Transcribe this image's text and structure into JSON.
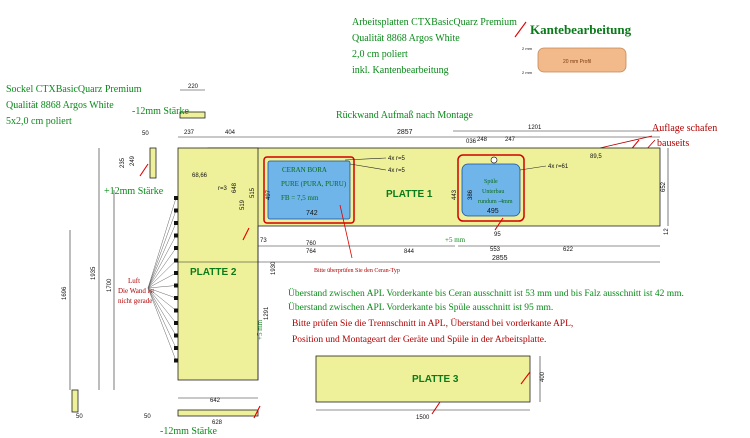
{
  "header": {
    "lines": [
      "Arbeitsplatten CTXBasicQuarz Premium",
      "Qualität 8868 Argos White",
      "2,0 cm poliert",
      "inkl. Kantenbearbeitung"
    ],
    "kante_title": "Kantebearbeitung",
    "profile_label": "20 mm Profil",
    "mm_top": "2 mm",
    "mm_bottom": "2 mm"
  },
  "sockel": {
    "lines": [
      "Sockel CTXBasicQuarz Premium",
      "Qualität 8868 Argos White",
      "5x2,0 cm poliert"
    ]
  },
  "notes": {
    "ruckwand": "Rückwand Aufmaß nach Montage",
    "auflage": [
      "Auflage schafen",
      "bauseits"
    ],
    "luft": [
      "Luft",
      "Die Wand ist",
      "nicht gerade"
    ],
    "strength_12": "-12mm Stärke",
    "strength_12b": "+12mm Stärke",
    "ceran_check": "Bitte überprüfen Sie den Ceran-Typ",
    "info": [
      "Überstand zwischen APL Vorderkante bis Ceran ausschnitt ist 53 mm und bis Falz ausschnitt ist 42 mm.",
      "Überstand zwischen APL Vorderkante bis Spüle ausschnitt ist 95 mm.",
      "Bitte prüfen Sie die Trennschnitt in APL, Überstand bei vorderkante APL,",
      "Position und Montageart der Geräte und Spüle in der Arbeitsplatte."
    ]
  },
  "plates": {
    "p1": "PLATTE 1",
    "p2": "PLATTE 2",
    "p3": "PLATTE 3"
  },
  "ceran": {
    "lines": [
      "CERAN BORA",
      "PURE (PURA, PURU)",
      "FB = 7,5 mm"
    ],
    "w": "742",
    "h": "497",
    "rounding": "4x r=5",
    "rounding2": "4x r=5",
    "r3": "r=3"
  },
  "sink": {
    "lines": [
      "Spüle",
      "Unterbau",
      "rundum -4mm"
    ],
    "w": "495",
    "h": "386",
    "rounding": "4x r=61"
  },
  "dims": {
    "d220": "220",
    "d50a": "50",
    "d237": "237",
    "d404": "404",
    "d2857": "2857",
    "d1201": "1201",
    "d036": "036",
    "d248": "248",
    "d247": "247",
    "d895": "89,5",
    "d652": "652",
    "d12": "12",
    "d235": "235",
    "d249": "249",
    "d6866": "68,66",
    "d648": "648",
    "d519": "519",
    "d515": "515",
    "d443": "443",
    "d73": "73",
    "d760": "760",
    "d764": "764",
    "d844": "844",
    "d5mm": "+5 mm",
    "d95": "95",
    "d553": "553",
    "d622": "622",
    "d2855": "2855",
    "d1696": "1696",
    "d1935": "1935",
    "d1700": "1700",
    "d1930": "1930",
    "d1291": "1291",
    "d5mmv": "+5 mm",
    "d642": "642",
    "d50b": "50",
    "d628": "628",
    "d50c": "50",
    "d400": "400",
    "d1500": "1500"
  }
}
